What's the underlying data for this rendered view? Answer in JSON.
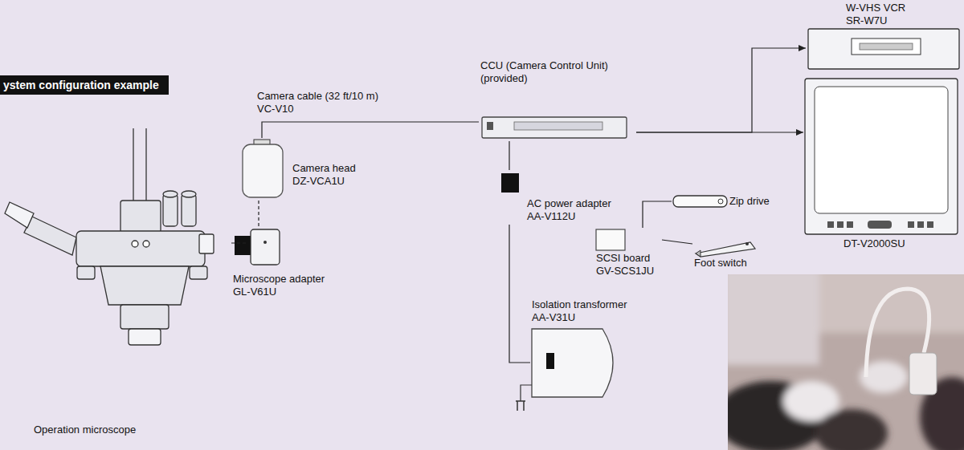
{
  "diagram": {
    "title": "ystem configuration example",
    "nodes": [
      {
        "text": [
          "Operation microscope"
        ]
      },
      {
        "text": [
          "Microscope adapter GL-V61U"
        ]
      },
      {
        "text": [
          "Camera head DZ-VCA1U"
        ]
      },
      {
        "text": [
          "CCU (Camera Control Unit) (provided)"
        ]
      },
      {
        "text": [
          "AC power adapter AA-V112U"
        ]
      },
      {
        "text": [
          "Isolation transformer AA-V31U"
        ]
      },
      {
        "text": [
          "SCSI board GV-SCS1JU"
        ]
      },
      {
        "text": [
          "Zip drive"
        ]
      },
      {
        "text": [
          "Foot switch"
        ]
      },
      {
        "text": [
          "W-VHS VCR SR-W7U"
        ]
      },
      {
        "text": [
          "DT-V2000SU"
        ]
      }
    ],
    "edges": [
      {
        "from": 0,
        "to": 1,
        "arrow": "none"
      },
      {
        "from": 1,
        "to": 2,
        "arrow": "none"
      },
      {
        "from": 2,
        "to": 3,
        "label": "Camera cable (32 ft/10 m) VC-V10",
        "arrow": "none"
      },
      {
        "from": 3,
        "to": 4,
        "arrow": "none"
      },
      {
        "from": 4,
        "to": 5,
        "arrow": "none"
      },
      {
        "from": 6,
        "to": 7,
        "arrow": "none"
      },
      {
        "from": 6,
        "to": 8,
        "arrow": "none"
      },
      {
        "from": 3,
        "to": 9,
        "arrow": "to"
      },
      {
        "from": 3,
        "to": 10,
        "arrow": "to"
      }
    ]
  }
}
